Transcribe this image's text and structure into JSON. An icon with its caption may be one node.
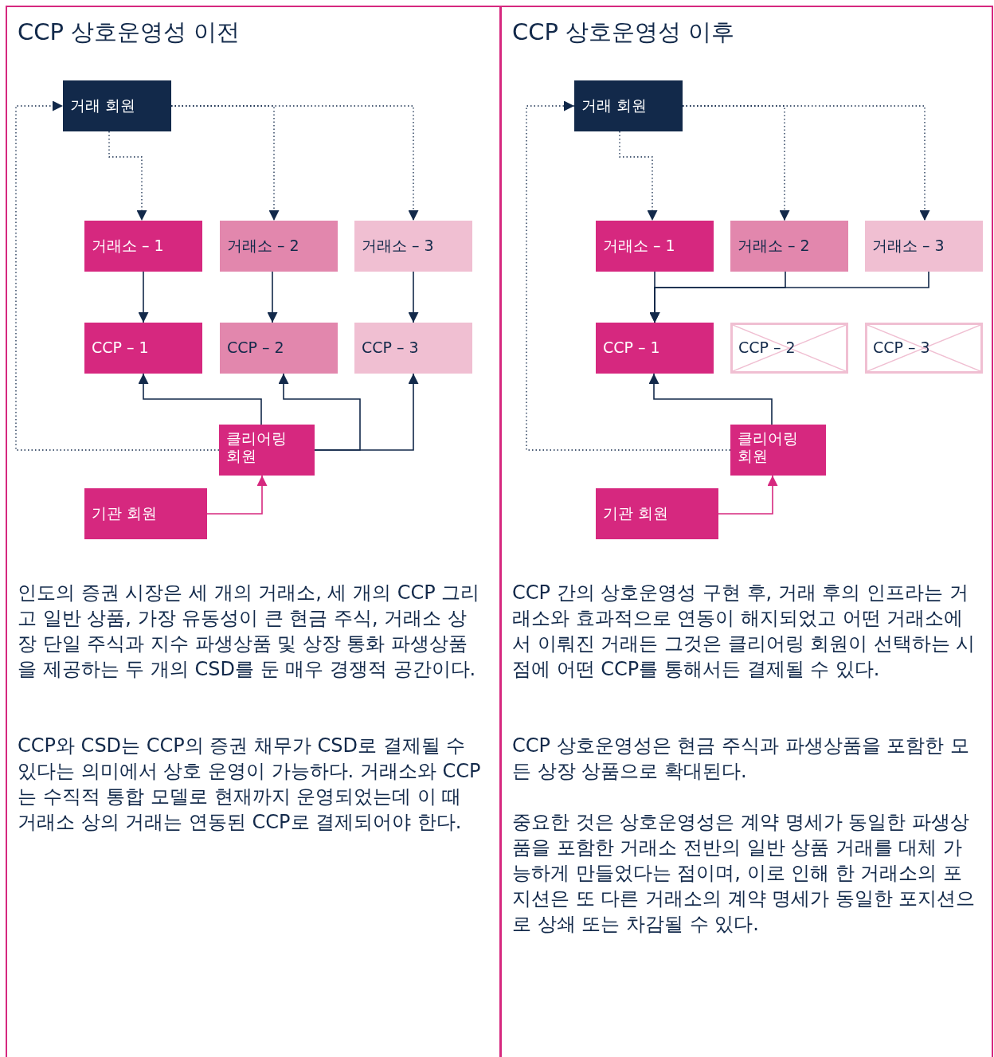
{
  "diagram": {
    "nodes": [
      {
        "text": [
          "CCP 상호운영성 이전",
          "인도의 증권 시장은 세 개의 거래소, 세 개의 CCP 그리고 일반 상품, 가장 유동성이 큰 현금 주식, 거래소 상장 단일 주식과 지수 파생상품 및 상장 통화 파생상품을 제공하는 두 개의 CSD를 둔 매우 경쟁적 공간이다.",
          "CCP와 CSD는 CCP의 증권 채무가 CSD로 결제될 수 있다는 의미에서 상호 운영이 가능하다. 거래소와 CCP는 수직적 통합 모델로 현재까지 운영되었는데 이 때 거래소 상의 거래는 연동된 CCP로 결제되어야 한다."
        ]
      },
      {
        "text": [
          "거래 회원"
        ],
        "in": 0
      },
      {
        "text": [
          "거래소 – 1"
        ],
        "in": 0
      },
      {
        "text": [
          "거래소 – 2"
        ],
        "in": 0
      },
      {
        "text": [
          "거래소 – 3"
        ],
        "in": 0
      },
      {
        "text": [
          "CCP – 1"
        ],
        "in": 0
      },
      {
        "text": [
          "CCP – 2"
        ],
        "in": 0
      },
      {
        "text": [
          "CCP – 3"
        ],
        "in": 0
      },
      {
        "text": [
          "클리어링 회원"
        ],
        "in": 0
      },
      {
        "text": [
          "기관 회원"
        ],
        "in": 0
      },
      {
        "text": [
          "CCP 상호운영성 이후",
          "CCP 간의 상호운영성 구현 후, 거래 후의 인프라는 거래소와 효과적으로 연동이 해지되었고 어떤 거래소에서 이뤄진 거래든 그것은 클리어링 회원이 선택하는 시점에 어떤 CCP를 통해서든 결제될 수 있다.",
          "CCP 상호운영성은 현금 주식과 파생상품을 포함한 모든 상장 상품으로 확대된다.",
          "중요한 것은 상호운영성은 계약 명세가 동일한 파생상품을 포함한 거래소 전반의 일반 상품 거래를 대체 가능하게 만들었다는 점이며, 이로 인해 한 거래소의 포지션은 또 다른 거래소의 계약 명세가 동일한 포지션으로 상쇄 또는 차감될 수 있다."
        ]
      },
      {
        "text": [
          "거래 회원"
        ],
        "in": 10
      },
      {
        "text": [
          "거래소 – 1"
        ],
        "in": 10
      },
      {
        "text": [
          "거래소 – 2"
        ],
        "in": 10
      },
      {
        "text": [
          "거래소 – 3"
        ],
        "in": 10
      },
      {
        "text": [
          "CCP – 1"
        ],
        "in": 10
      },
      {
        "text": [
          "CCP – 2"
        ],
        "in": 10
      },
      {
        "text": [
          "CCP – 3"
        ],
        "in": 10
      },
      {
        "text": [
          "클리어링 회원"
        ],
        "in": 10
      },
      {
        "text": [
          "기관 회원"
        ],
        "in": 10
      }
    ],
    "edges": [
      {
        "from": 1,
        "to": 2,
        "arrow": "to",
        "style": "dashed"
      },
      {
        "from": 1,
        "to": 3,
        "arrow": "to",
        "style": "dashed"
      },
      {
        "from": 1,
        "to": 4,
        "arrow": "to",
        "style": "dashed"
      },
      {
        "from": 8,
        "to": 1,
        "arrow": "to",
        "style": "dashed"
      },
      {
        "from": 2,
        "to": 5,
        "arrow": "to"
      },
      {
        "from": 3,
        "to": 6,
        "arrow": "to"
      },
      {
        "from": 4,
        "to": 7,
        "arrow": "to"
      },
      {
        "from": 8,
        "to": 5,
        "arrow": "to"
      },
      {
        "from": 8,
        "to": 6,
        "arrow": "to"
      },
      {
        "from": 8,
        "to": 7,
        "arrow": "to"
      },
      {
        "from": 9,
        "to": 8,
        "arrow": "to",
        "color": "#d6287f"
      },
      {
        "from": 11,
        "to": 12,
        "arrow": "to",
        "style": "dashed"
      },
      {
        "from": 11,
        "to": 13,
        "arrow": "to",
        "style": "dashed"
      },
      {
        "from": 11,
        "to": 14,
        "arrow": "to",
        "style": "dashed"
      },
      {
        "from": 18,
        "to": 11,
        "arrow": "to",
        "style": "dashed"
      },
      {
        "from": 12,
        "to": 15,
        "arrow": "to"
      },
      {
        "from": 13,
        "to": 15,
        "arrow": "to"
      },
      {
        "from": 14,
        "to": 15,
        "arrow": "to"
      },
      {
        "from": 18,
        "to": 15,
        "arrow": "to"
      },
      {
        "from": 19,
        "to": 18,
        "arrow": "to",
        "color": "#d6287f"
      }
    ]
  }
}
